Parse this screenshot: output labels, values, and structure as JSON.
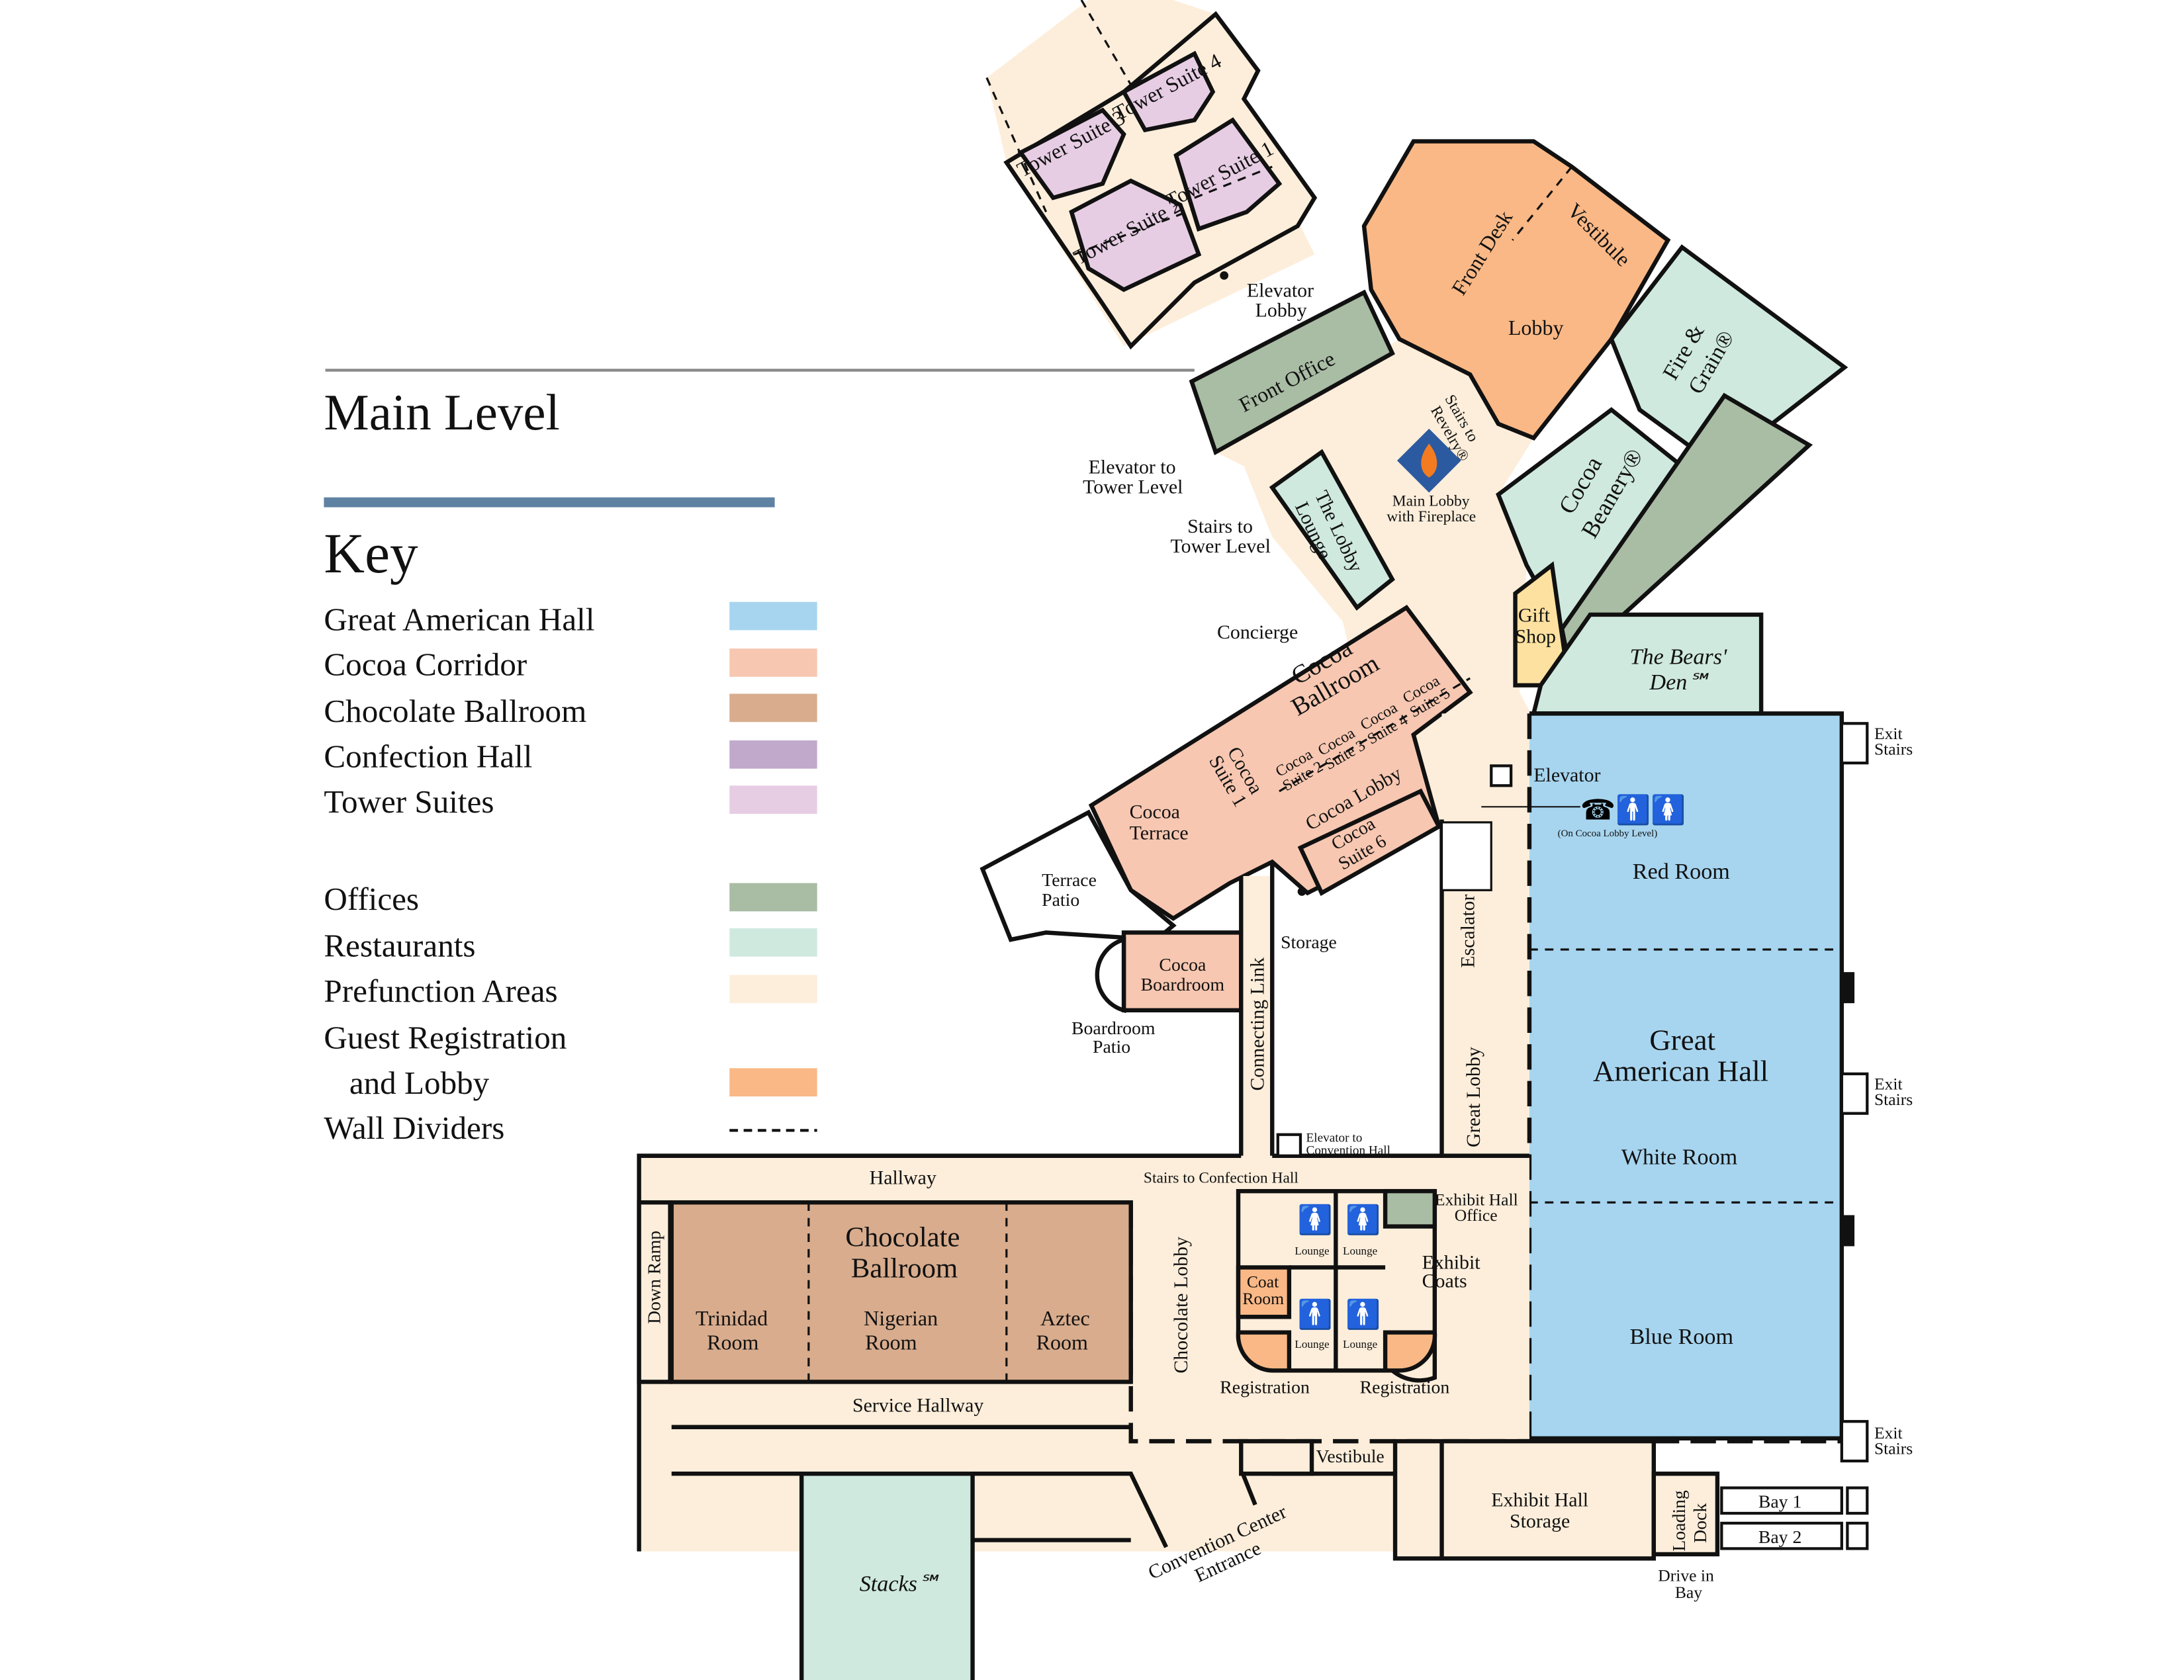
{
  "header": {
    "title": "Main Level",
    "key_title": "Key"
  },
  "colors": {
    "great_american_hall": "#a7d5ef",
    "cocoa_corridor": "#f7c7b1",
    "chocolate_ballroom": "#d8ac8d",
    "confection_hall": "#c1a9cc",
    "tower_suites": "#e7cde3",
    "offices": "#a9bca4",
    "restaurants": "#cfe9df",
    "prefunction": "#fdeedb",
    "registration": "#f9b886",
    "gift_shop": "#fde1a0",
    "title_bar": "#5f82a3"
  },
  "legend": [
    {
      "label": "Great American Hall",
      "color": "#a7d5ef"
    },
    {
      "label": "Cocoa Corridor",
      "color": "#f7c7b1"
    },
    {
      "label": "Chocolate Ballroom",
      "color": "#d8ac8d"
    },
    {
      "label": "Confection Hall",
      "color": "#c1a9cc"
    },
    {
      "label": "Tower Suites",
      "color": "#e7cde3"
    },
    {
      "label": "Offices",
      "color": "#a9bca4"
    },
    {
      "label": "Restaurants",
      "color": "#cfe9df"
    },
    {
      "label": "Prefunction Areas",
      "color": "#fdeedb"
    },
    {
      "label": "Guest Registration",
      "label2": "and Lobby",
      "color": "#f9b886"
    },
    {
      "label": "Wall Dividers",
      "color": "dashed"
    }
  ],
  "map": {
    "tower_suite_1": "Tower Suite 1",
    "tower_suite_2": "Tower Suite 2",
    "tower_suite_3": "Tower Suite 3",
    "tower_suite_4": "Tower Suite 4",
    "elevator_lobby": [
      "Elevator",
      "Lobby"
    ],
    "front_desk": "Front Desk",
    "vestibule_top": "Vestibule",
    "lobby": "Lobby",
    "front_office": "Front Office",
    "fire_grain": [
      "Fire &",
      "Grain®"
    ],
    "stairs_revelry": [
      "Stairs to",
      "Revelry®"
    ],
    "main_lobby": [
      "Main Lobby",
      "with Fireplace"
    ],
    "elevator_tower": [
      "Elevator to",
      "Tower Level"
    ],
    "stairs_tower": [
      "Stairs to",
      "Tower Level"
    ],
    "lobby_lounge": [
      "The Lobby",
      "Lounge"
    ],
    "cocoa_beanery": [
      "Cocoa",
      "Beanery®"
    ],
    "gift_shop": [
      "Gift",
      "Shop"
    ],
    "bears_den": [
      "The Bears'",
      "Den℠"
    ],
    "concierge": "Concierge",
    "cocoa_ballroom": [
      "Cocoa",
      "Ballroom"
    ],
    "cocoa_suite_1": [
      "Cocoa",
      "Suite 1"
    ],
    "cocoa_suite_2": [
      "Cocoa",
      "Suite 2"
    ],
    "cocoa_suite_3": [
      "Cocoa",
      "Suite 3"
    ],
    "cocoa_suite_4": [
      "Cocoa",
      "Suite 4"
    ],
    "cocoa_suite_5": [
      "Cocoa",
      "Suite 5"
    ],
    "cocoa_suite_6": [
      "Cocoa",
      "Suite 6"
    ],
    "cocoa_lobby": "Cocoa Lobby",
    "cocoa_terrace": [
      "Cocoa",
      "Terrace"
    ],
    "terrace_patio": [
      "Terrace",
      "Patio"
    ],
    "storage": "Storage",
    "cocoa_boardroom": [
      "Cocoa",
      "Boardroom"
    ],
    "boardroom_patio": [
      "Boardroom",
      "Patio"
    ],
    "connecting_link": "Connecting Link",
    "escalator": "Escalator",
    "great_lobby": "Great Lobby",
    "elevator": "Elevator",
    "cocoa_lobby_level": "(On Cocoa Lobby Level)",
    "red_room": "Red Room",
    "great_american_hall": [
      "Great",
      "American Hall"
    ],
    "white_room": "White Room",
    "blue_room": "Blue Room",
    "exit_stairs": [
      "Exit",
      "Stairs"
    ],
    "elevator_convention": [
      "Elevator to",
      "Convention Hall"
    ],
    "stairs_confection": "Stairs to Confection Hall",
    "exhibit_office": [
      "Exhibit Hall",
      "Office"
    ],
    "exhibit_coats": [
      "Exhibit",
      "Coats"
    ],
    "lounge": "Lounge",
    "coat_room": [
      "Coat",
      "Room"
    ],
    "registration": "Registration",
    "chocolate_lobby": "Chocolate Lobby",
    "hallway": "Hallway",
    "chocolate_ballroom": [
      "Chocolate",
      "Ballroom"
    ],
    "trinidad": [
      "Trinidad",
      "Room"
    ],
    "nigerian": [
      "Nigerian",
      "Room"
    ],
    "aztec": [
      "Aztec",
      "Room"
    ],
    "down_ramp": "Down Ramp",
    "service_hallway": "Service Hallway",
    "vestibule": "Vestibule",
    "convention_entrance": [
      "Convention Center",
      "Entrance"
    ],
    "stacks": "Stacks℠",
    "exhibit_storage": [
      "Exhibit Hall",
      "Storage"
    ],
    "loading_dock": [
      "Loading",
      "Dock"
    ],
    "bay_1": "Bay 1",
    "bay_2": "Bay 2",
    "drive_in": [
      "Drive in",
      "Bay"
    ]
  }
}
